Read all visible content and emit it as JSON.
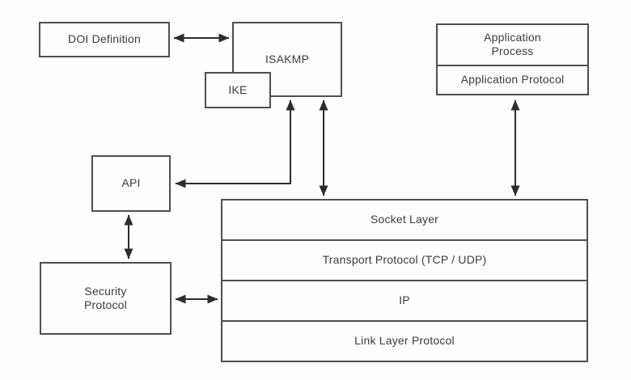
{
  "colors": {
    "background": "#fefefe",
    "border": "#4f4f4f",
    "line": "#2d2d2d",
    "text": "#3b3b3b"
  },
  "boxes": {
    "doi": {
      "label": "DOI Definition"
    },
    "isakmp": {
      "label": "ISAKMP"
    },
    "ike": {
      "label": "IKE"
    },
    "application": {
      "process_label": "Application\nProcess",
      "protocol_label": "Application Protocol"
    },
    "api": {
      "label": "API"
    },
    "security": {
      "label": "Security\nProtocol"
    }
  },
  "stack": {
    "layers": [
      {
        "label": "Socket Layer"
      },
      {
        "label": "Transport Protocol (TCP / UDP)"
      },
      {
        "label": "IP"
      },
      {
        "label": "Link Layer Protocol"
      }
    ]
  },
  "arrows": [
    {
      "from": "DOI Definition",
      "to": "ISAKMP",
      "type": "bidirectional"
    },
    {
      "from": "ISAKMP",
      "to": "Socket Layer",
      "type": "bidirectional"
    },
    {
      "from": "ISAKMP",
      "to": "API",
      "type": "bidirectional-bent"
    },
    {
      "from": "Application Protocol",
      "to": "Socket Layer",
      "type": "bidirectional"
    },
    {
      "from": "API",
      "to": "Security Protocol",
      "type": "bidirectional"
    },
    {
      "from": "Security Protocol",
      "to": "IP",
      "type": "bidirectional"
    }
  ]
}
